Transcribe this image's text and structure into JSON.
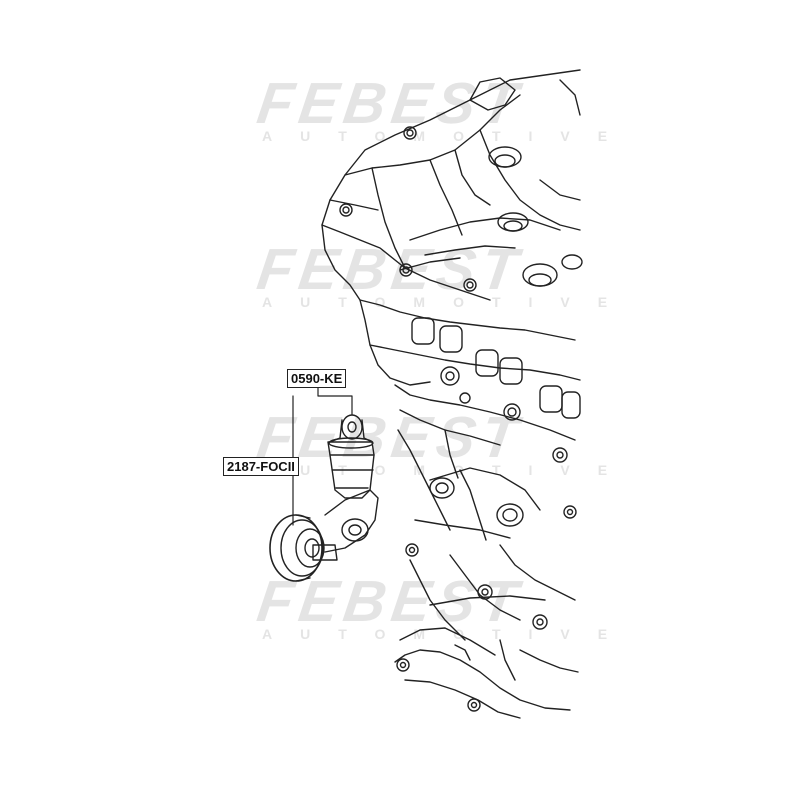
{
  "parts": {
    "tensioner_label": "0590-KE",
    "idler_pulley_label": "2187-FOCII"
  },
  "watermark": {
    "brand": "FEBEST",
    "subtitle": "AUTOMOTIVE"
  },
  "colors": {
    "line": "#222222",
    "watermark": "#e4e4e4",
    "background": "#ffffff"
  }
}
